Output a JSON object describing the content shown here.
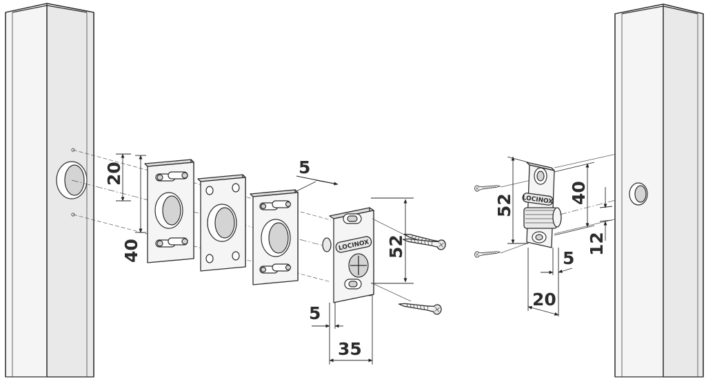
{
  "brand": {
    "logo_text": "LOCINOX"
  },
  "dimensions": {
    "left_hole_spacing_inner": "20",
    "left_hole_spacing_outer": "40",
    "shim_thickness": "5",
    "housing_height": "52",
    "housing_offset": "5",
    "housing_depth": "35",
    "keep_height": "52",
    "keep_hole_spacing": "40",
    "keep_hole_offset": "12",
    "keep_thickness": "5",
    "keep_depth": "20"
  }
}
